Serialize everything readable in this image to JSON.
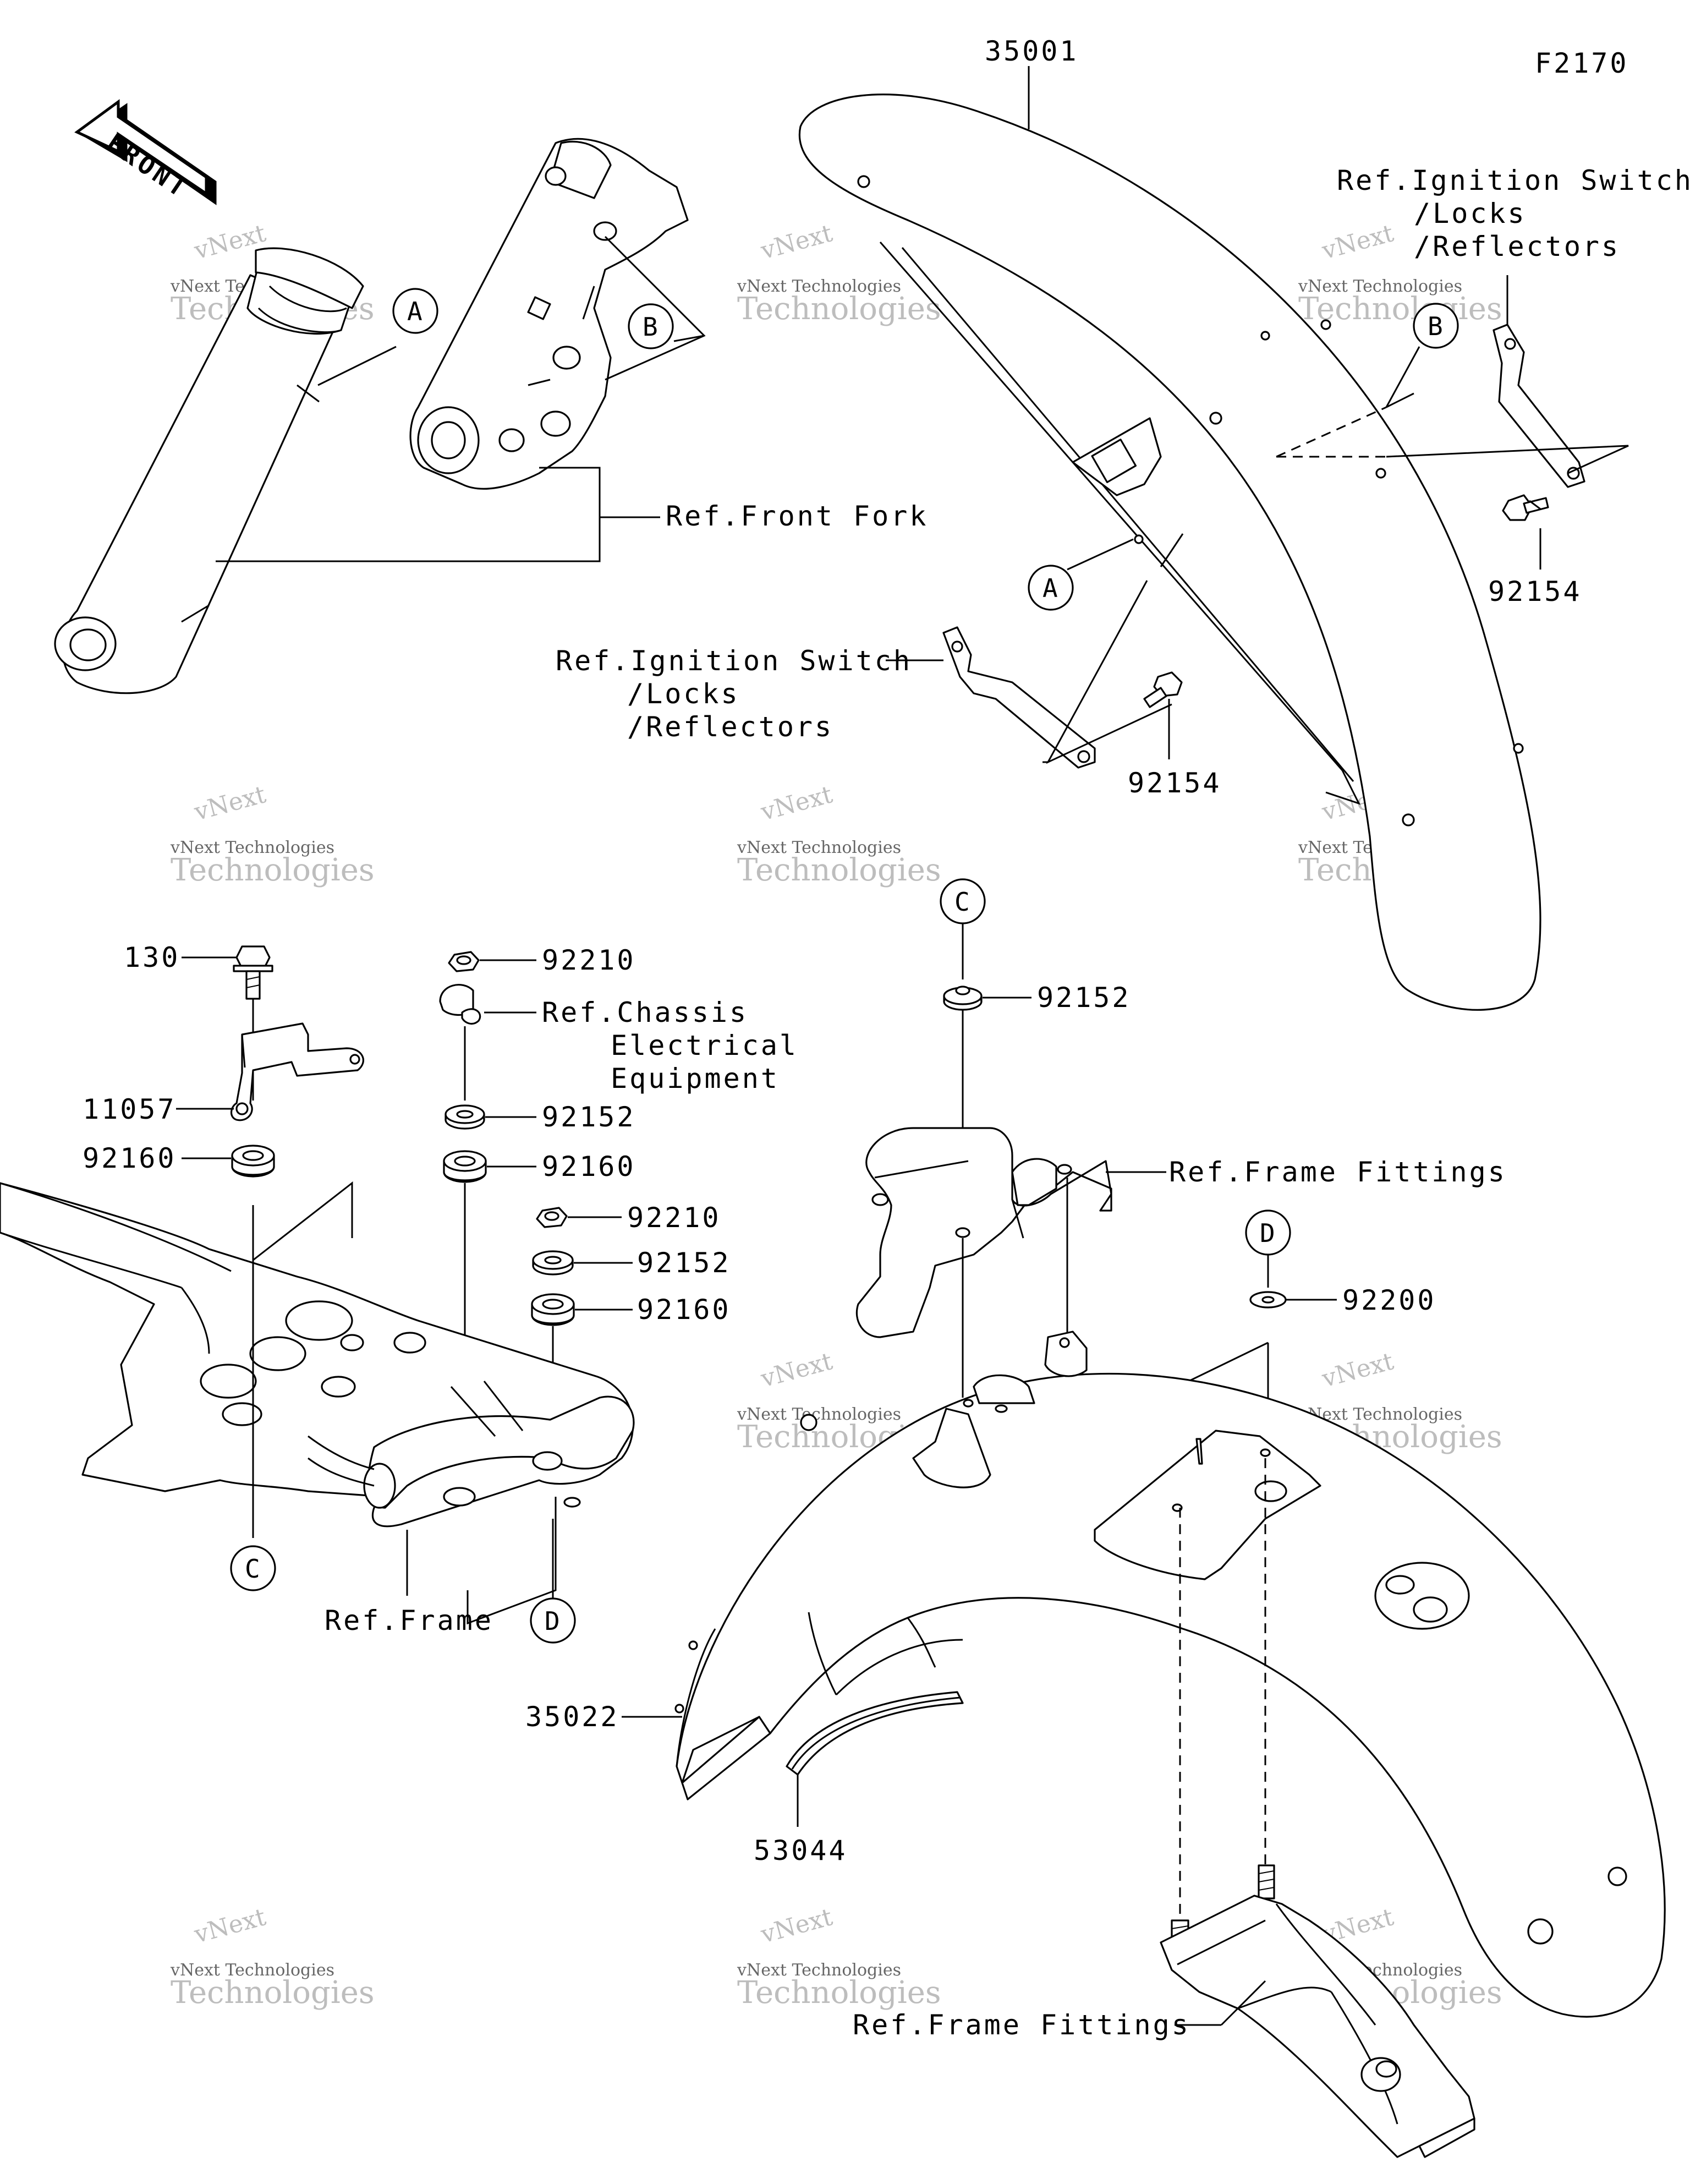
{
  "figure_code": "F2170",
  "front_arrow": {
    "text": "FRONT"
  },
  "callouts": {
    "a": "A",
    "b": "B",
    "c": "C",
    "d": "D"
  },
  "parts": {
    "p35001": "35001",
    "p92154_top": "92154",
    "p92154_mid": "92154",
    "p130": "130",
    "p11057": "11057",
    "p92160_a": "92160",
    "p92210_a": "92210",
    "p92152_a": "92152",
    "p92160_b": "92160",
    "p92210_b": "92210",
    "p92152_b": "92152",
    "p92160_c": "92160",
    "p92152_c": "92152",
    "p92200": "92200",
    "p35022": "35022",
    "p53044": "53044"
  },
  "refs": {
    "front_fork": "Ref.Front Fork",
    "ign_top_1": "Ref.Ignition Switch",
    "ign_top_2": "/Locks",
    "ign_top_3": "/Reflectors",
    "ign_mid_1": "Ref.Ignition Switch",
    "ign_mid_2": "/Locks",
    "ign_mid_3": "/Reflectors",
    "chassis_1": "Ref.Chassis",
    "chassis_2": "Electrical",
    "chassis_3": "Equipment",
    "frame_fittings_top": "Ref.Frame Fittings",
    "frame": "Ref.Frame",
    "frame_fittings_bottom": "Ref.Frame Fittings"
  },
  "watermark": {
    "line1": "vNext",
    "line2": "vNext Technologies",
    "line3": "Technologies"
  }
}
